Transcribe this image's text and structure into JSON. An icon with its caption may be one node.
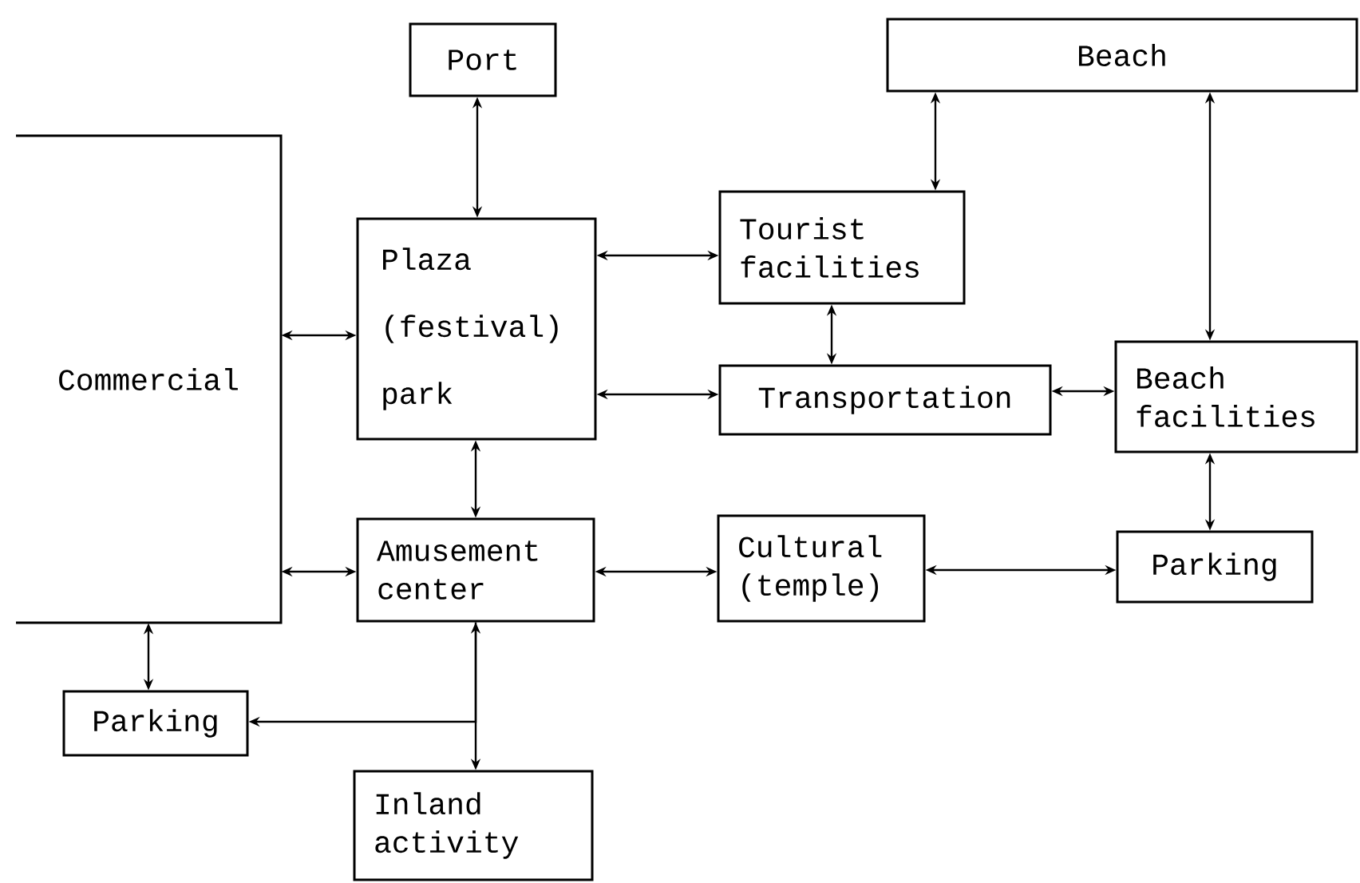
{
  "diagram": {
    "nodes": [
      {
        "text": [
          "Port"
        ]
      },
      {
        "text": [
          "Beach"
        ]
      },
      {
        "text": [
          "Commercial"
        ]
      },
      {
        "text": [
          "Plaza (festival) park"
        ]
      },
      {
        "text": [
          "Tourist facilities"
        ]
      },
      {
        "text": [
          "Transportation"
        ]
      },
      {
        "text": [
          "Beach facilities"
        ]
      },
      {
        "text": [
          "Amusement center"
        ]
      },
      {
        "text": [
          "Cultural (temple)"
        ]
      },
      {
        "text": [
          "Parking"
        ]
      },
      {
        "text": [
          "Parking"
        ]
      },
      {
        "text": [
          "Inland activity"
        ]
      }
    ],
    "edges": [
      {
        "from": 0,
        "to": 3,
        "arrow": "both"
      },
      {
        "from": 2,
        "to": 3,
        "arrow": "both"
      },
      {
        "from": 3,
        "to": 4,
        "arrow": "both"
      },
      {
        "from": 3,
        "to": 5,
        "arrow": "both"
      },
      {
        "from": 1,
        "to": 4,
        "arrow": "both"
      },
      {
        "from": 4,
        "to": 5,
        "arrow": "both"
      },
      {
        "from": 1,
        "to": 6,
        "arrow": "both"
      },
      {
        "from": 5,
        "to": 6,
        "arrow": "both"
      },
      {
        "from": 3,
        "to": 7,
        "arrow": "both"
      },
      {
        "from": 2,
        "to": 7,
        "arrow": "both"
      },
      {
        "from": 7,
        "to": 8,
        "arrow": "both"
      },
      {
        "from": 8,
        "to": 9,
        "arrow": "both"
      },
      {
        "from": 6,
        "to": 9,
        "arrow": "both"
      },
      {
        "from": 2,
        "to": 10,
        "arrow": "both"
      },
      {
        "from": 7,
        "to": 10,
        "arrow": "to"
      },
      {
        "from": 7,
        "to": 11,
        "arrow": "both"
      }
    ]
  }
}
